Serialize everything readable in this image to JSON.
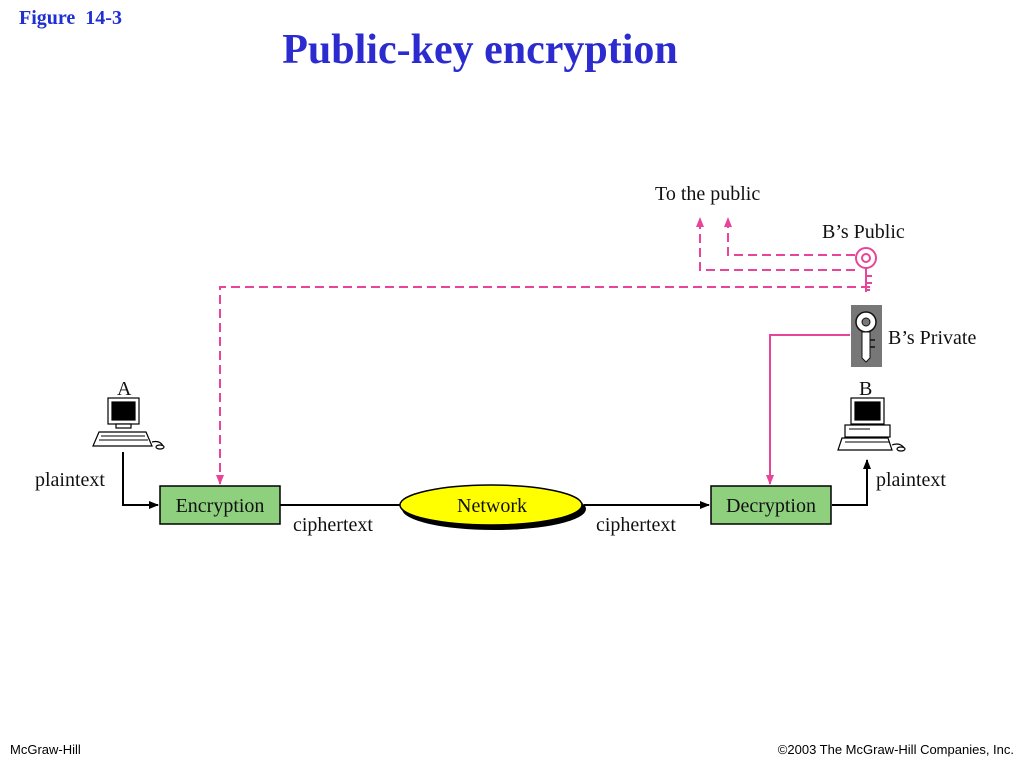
{
  "slide": {
    "figure_label": "Figure  14-3",
    "title": "Public-key encryption",
    "footer_left": "McGraw-Hill",
    "footer_right": "©2003 The McGraw-Hill Companies, Inc."
  },
  "diagram": {
    "to_the_public": "To the public",
    "public_key_label": "B’s Public",
    "private_key_label": "B’s Private",
    "computer_a_label": "A",
    "computer_b_label": "B",
    "plaintext_left": "plaintext",
    "plaintext_right": "plaintext",
    "encryption": "Encryption",
    "network": "Network",
    "decryption": "Decryption",
    "ciphertext_left": "ciphertext",
    "ciphertext_right": "ciphertext"
  },
  "colors": {
    "title": "#2b2bd0",
    "key_line": "#e8459a",
    "box_fill": "#8fd07f",
    "network_fill": "#ffff00",
    "private_key_bg": "#777777"
  }
}
